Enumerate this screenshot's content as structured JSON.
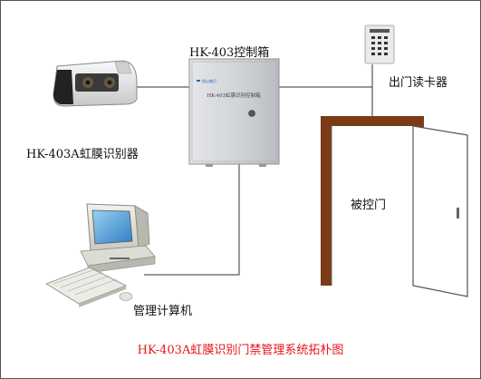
{
  "diagram": {
    "control_box_label": "HK-403控制箱",
    "control_box_plate": "HK-403虹膜识别控制箱",
    "control_box_brand": "凯以普贝",
    "card_reader_label": "出门读卡器",
    "iris_scanner_label": "HK-403A虹膜识别器",
    "door_label": "被控门",
    "computer_label": "管理计算机",
    "title": "HK-403A虹膜识别门禁管理系统拓朴图"
  },
  "colors": {
    "title": "#e8141c",
    "door_frame": "#7a3b16",
    "line": "#333333"
  }
}
